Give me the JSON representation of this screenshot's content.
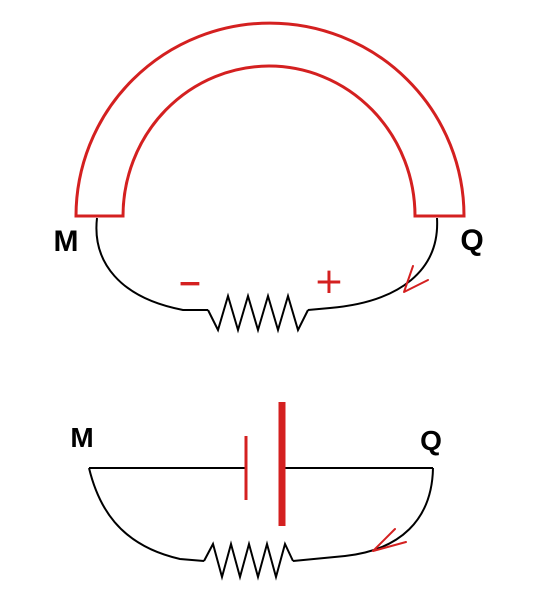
{
  "diagram_top": {
    "label_left": "M",
    "label_right": "Q",
    "minus_sign": "−",
    "plus_sign": "+"
  },
  "diagram_bottom": {
    "label_left": "M",
    "label_right": "Q"
  },
  "colors": {
    "conductor": "#d42020",
    "wire": "#000000",
    "background": "#ffffff"
  }
}
